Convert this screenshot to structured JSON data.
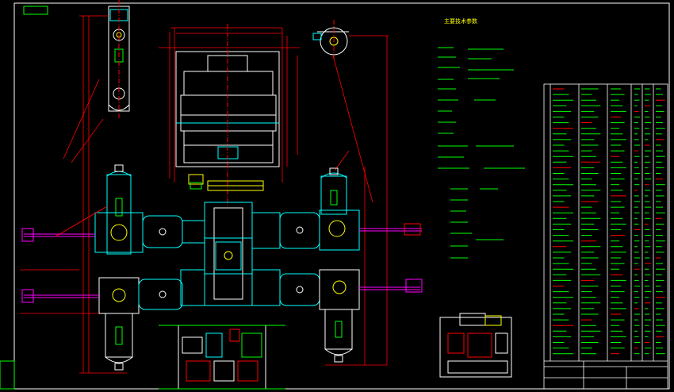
{
  "drawing": {
    "background": "#000000",
    "colors": {
      "frame": "#ffffff",
      "outline": "#ffffff",
      "equipment": "#00ffff",
      "dimension": "#ff0000",
      "leader": "#ff0000",
      "annotation": "#00ff00",
      "fill_annotation": "#00ff00",
      "highlight": "#ffff00",
      "shaft": "#ff00ff",
      "title_block_lines": "#ffffff",
      "table_text": "#00ff00",
      "table_text_alt": "#ff0000"
    },
    "notes_heading": "主要技术参数",
    "title_block_text": "",
    "legend": "",
    "icons": [
      "cylinder-vessel",
      "pump-body",
      "gearbox",
      "motor",
      "valve",
      "hydraulic-station"
    ]
  }
}
